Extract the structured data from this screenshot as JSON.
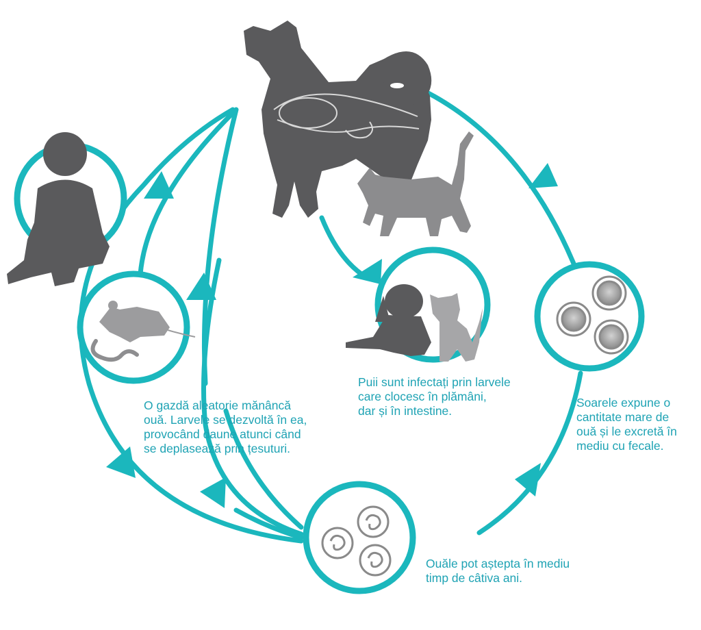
{
  "colors": {
    "teal": "#1bb7bd",
    "dark_silhouette": "#5a5a5c",
    "light_silhouette": "#8c8c8e",
    "caption_text": "#1fa3b4",
    "egg_shell": "#9a9a9a"
  },
  "icons": [
    "dog-silhouette-icon",
    "cat-silhouette-icon",
    "baby-silhouette-icon",
    "puppy-silhouette-icon",
    "kitten-silhouette-icon",
    "mouse-silhouette-icon",
    "earthworm-icon",
    "egg-icon",
    "larvated-egg-icon",
    "arrow-head-icon"
  ],
  "captions": {
    "paratenic_host": [
      "O gazdă aleatorie mănâncă",
      "ouă. Larvele se dezvoltă în ea,",
      "provocând daune atunci când",
      "se deplasează prin țesuturi."
    ],
    "young_animals": [
      "Puii sunt infectați prin larvele",
      "care clocesc în plămâni,",
      "dar și în intestine."
    ],
    "adult_shedding": [
      "Soarele expune o",
      "cantitate mare de",
      "ouă și le excretă în",
      "mediu cu fecale."
    ],
    "environment": [
      "Ouăle pot aștepta în mediu",
      "timp de câtiva ani."
    ]
  }
}
